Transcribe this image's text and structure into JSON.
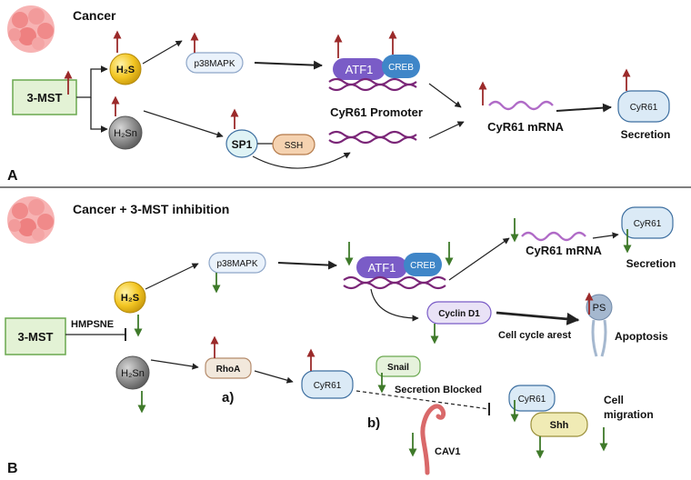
{
  "panel_a": {
    "panel_letter": "A",
    "title": "Cancer",
    "mst": "3-MST",
    "h2s": "H₂S",
    "h2sn": "H₂Sn",
    "p38mapk": "p38MAPK",
    "atf1": "ATF1",
    "creb": "CREB",
    "promoter": "CyR61 Promoter",
    "sp1": "SP1",
    "ssh": "SSH",
    "mrna": "CyR61 mRNA",
    "cyr61": "CyR61",
    "secretion": "Secretion"
  },
  "panel_b": {
    "panel_letter": "B",
    "title": "Cancer + 3-MST inhibition",
    "mst": "3-MST",
    "inhibitor": "HMPSNE",
    "h2s": "H₂S",
    "h2sn": "H₂Sn",
    "p38mapk": "p38MAPK",
    "atf1": "ATF1",
    "creb": "CREB",
    "mrna": "CyR61 mRNA",
    "cyr61_top": "CyR61",
    "secretion": "Secretion",
    "cyclin": "Cyclin D1",
    "cell_cycle": "Cell cycle arest",
    "ps": "PS",
    "apoptosis": "Apoptosis",
    "rhoa": "RhoA",
    "label_a": "a)",
    "cyr61_mid": "CyR61",
    "snail": "Snail",
    "secretion_blocked": "Secretion Blocked",
    "label_b": "b)",
    "cav1": "CAV1",
    "cyr61_right": "CyR61",
    "shh": "Shh",
    "cell_migration_1": "Cell",
    "cell_migration_2": "migration"
  },
  "colors": {
    "up_arrow": "#9b2a2a",
    "down_arrow": "#3f7a2a",
    "mst_fill": "#e3f2d5",
    "mst_stroke": "#6aa84f",
    "h2s_fill": "#f3c623",
    "h2sn_fill": "#8c8c8c",
    "pill_fill": "#eaf2fb",
    "pill_stroke": "#8ea6c8",
    "atf1_fill": "#7a5cc7",
    "creb_fill": "#3f86c8",
    "dna": "#7a2577",
    "mrna": "#b06bc7",
    "cyr61_fill": "#dbeaf6",
    "cyr61_stroke": "#3d6fa0",
    "ssh_fill": "#f5d2b0",
    "ssh_stroke": "#b47a4a",
    "rhoa_fill": "#f2e8dc",
    "snail_fill": "#e6f2dc",
    "snail_stroke": "#6aa84f",
    "shh_fill": "#f0ebb5",
    "shh_stroke": "#9a8f3a",
    "cav1": "#d9696a",
    "tumor": "#f08a8a"
  }
}
